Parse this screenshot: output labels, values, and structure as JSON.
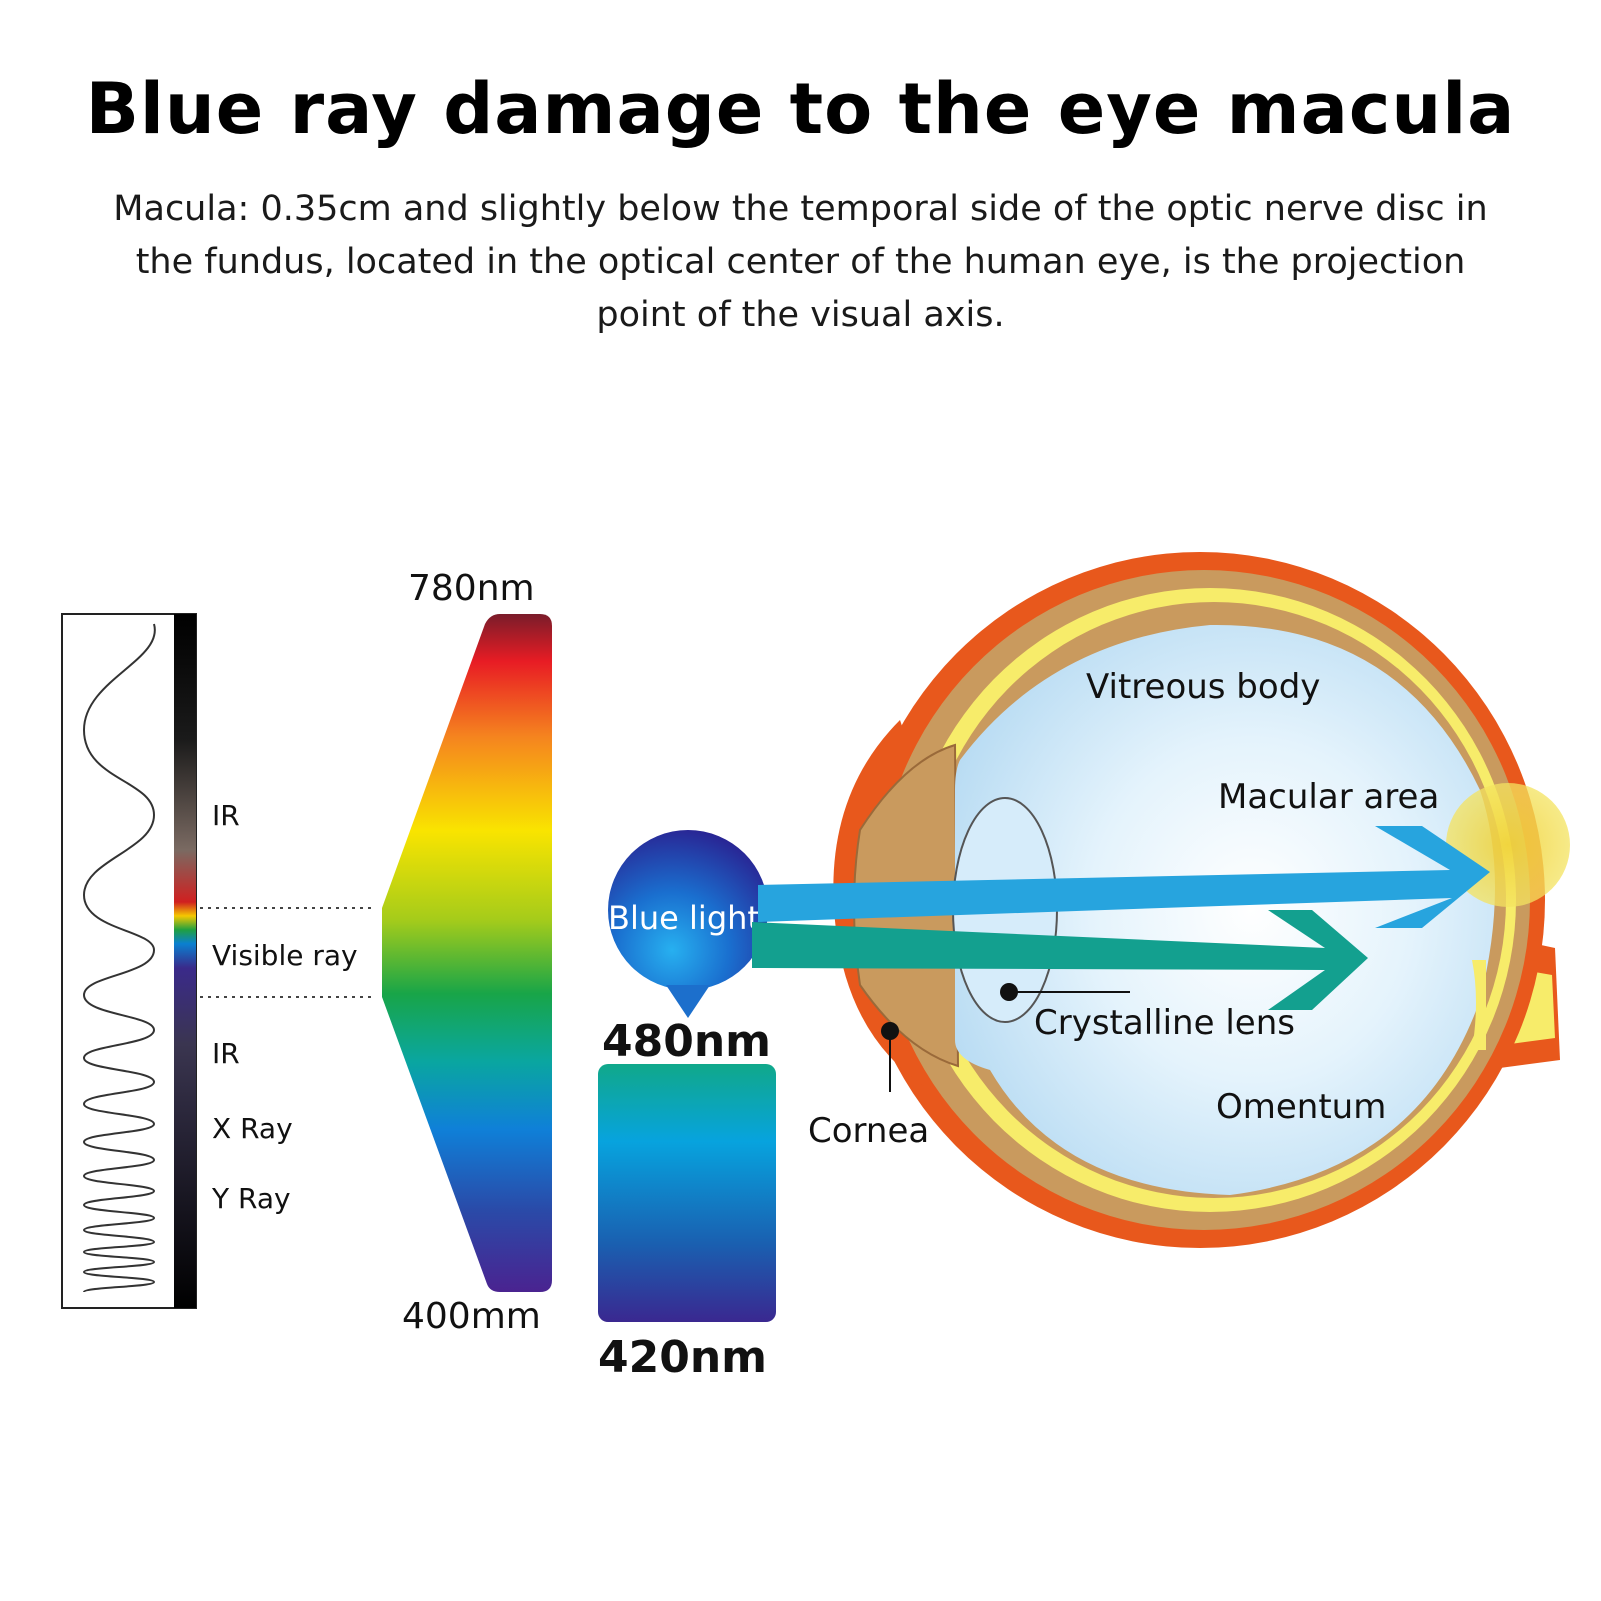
{
  "header": {
    "title": "Blue ray damage to the eye macula",
    "subtitle": "Macula: 0.35cm and slightly below the temporal side of the optic nerve disc in the fundus, located in the optical center of the human eye, is the projection point of the visual axis."
  },
  "spectrum": {
    "bands": {
      "ir_top": "IR",
      "visible": "Visible ray",
      "ir_bottom": "IR",
      "xray": "X Ray",
      "yray": "Y Ray"
    },
    "visible_top": "780nm",
    "visible_bottom": "400mm"
  },
  "blue_light": {
    "label": "Blue light",
    "range_top": "480nm",
    "range_bottom": "420nm"
  },
  "eye": {
    "vitreous_body": "Vitreous body",
    "macular_area": "Macular area",
    "crystalline_lens": "Crystalline lens",
    "omentum": "Omentum",
    "cornea": "Cornea"
  },
  "colors": {
    "sclera": "#e8581c",
    "choroid": "#c99a5e",
    "retina": "#f7ec6a",
    "vitreous": "#d9eefa",
    "arrow_blue": "#27a4de",
    "arrow_teal": "#13a08f",
    "macula_glow": "#f4e04a"
  }
}
